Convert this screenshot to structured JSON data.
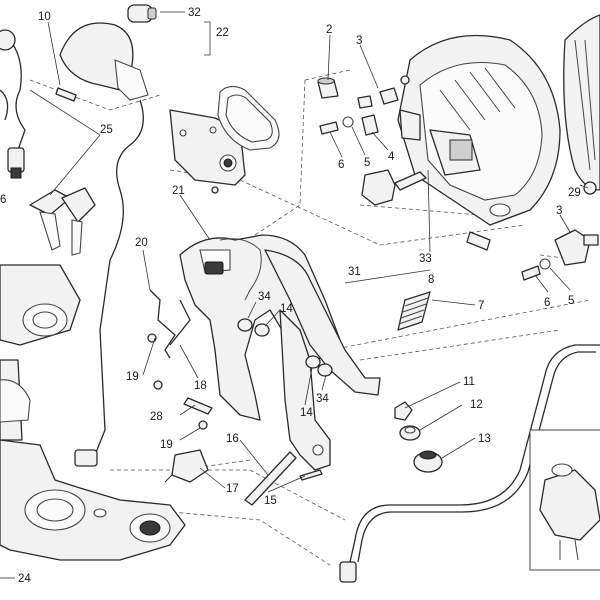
{
  "callouts": [
    {
      "id": "c10",
      "text": "10"
    },
    {
      "id": "c32",
      "text": "32"
    },
    {
      "id": "c22",
      "text": "22"
    },
    {
      "id": "c2",
      "text": "2"
    },
    {
      "id": "c3a",
      "text": "3"
    },
    {
      "id": "c4",
      "text": "4"
    },
    {
      "id": "c5a",
      "text": "5"
    },
    {
      "id": "c6a",
      "text": "6"
    },
    {
      "id": "c25",
      "text": "25"
    },
    {
      "id": "c6l",
      "text": "6"
    },
    {
      "id": "c21",
      "text": "21"
    },
    {
      "id": "c20",
      "text": "20"
    },
    {
      "id": "c29",
      "text": "29"
    },
    {
      "id": "c3b",
      "text": "3"
    },
    {
      "id": "c33",
      "text": "33"
    },
    {
      "id": "c31",
      "text": "31"
    },
    {
      "id": "c8",
      "text": "8"
    },
    {
      "id": "c7",
      "text": "7"
    },
    {
      "id": "c6b",
      "text": "6"
    },
    {
      "id": "c5b",
      "text": "5"
    },
    {
      "id": "c34a",
      "text": "34"
    },
    {
      "id": "c14a",
      "text": "14"
    },
    {
      "id": "c19a",
      "text": "19"
    },
    {
      "id": "c18",
      "text": "18"
    },
    {
      "id": "c28",
      "text": "28"
    },
    {
      "id": "c14b",
      "text": "14"
    },
    {
      "id": "c34b",
      "text": "34"
    },
    {
      "id": "c11",
      "text": "11"
    },
    {
      "id": "c12",
      "text": "12"
    },
    {
      "id": "c13",
      "text": "13"
    },
    {
      "id": "c19b",
      "text": "19"
    },
    {
      "id": "c16",
      "text": "16"
    },
    {
      "id": "c17",
      "text": "17"
    },
    {
      "id": "c15",
      "text": "15"
    },
    {
      "id": "c24",
      "text": "24"
    }
  ],
  "colors": {
    "line": "#2a2a2a",
    "fill": "#f2f2f2",
    "background": "#ffffff"
  }
}
